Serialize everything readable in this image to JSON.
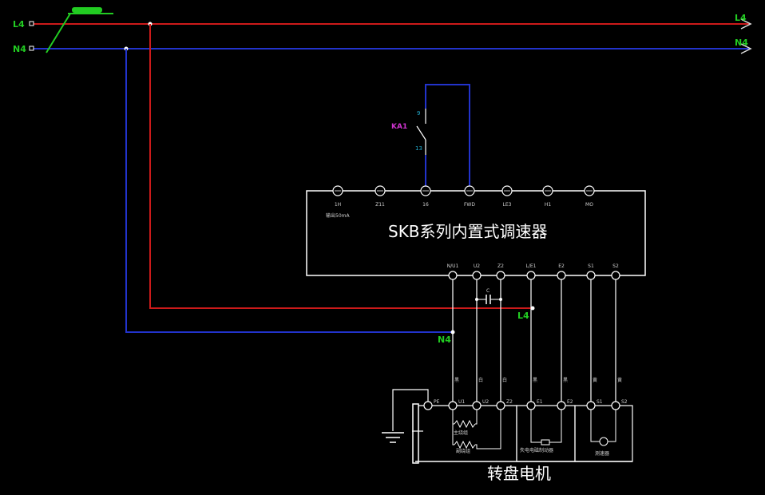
{
  "lines": {
    "l4": "L4",
    "n4": "N4"
  },
  "relay": {
    "name": "KA1",
    "pin_top": "9",
    "pin_bottom": "13"
  },
  "controller": {
    "title": "SKB系列内置式调速器",
    "output_note": "输出50mA",
    "top_terminals": [
      "1H",
      "Z11",
      "16",
      "FWD",
      "LE3",
      "H1",
      "MO"
    ],
    "bottom_terminals": [
      "N/U1",
      "U2",
      "Z2",
      "L/E1",
      "E2",
      "S1",
      "S2"
    ],
    "capacitor_label": "C"
  },
  "wire_colors": [
    "黑",
    "白",
    "白",
    "黑",
    "黑",
    "黄",
    "黄"
  ],
  "motor": {
    "title": "转盘电机",
    "terminals": [
      "PE",
      "U1",
      "U2",
      "Z2",
      "E1",
      "E2",
      "S1",
      "S2"
    ],
    "main_winding": "主绕组",
    "aux_winding": "副绕组",
    "brake": "失电电磁制动器",
    "tacho": "测速器"
  },
  "colors": {
    "background": "#000000",
    "phase_wire": "#cc1a1a",
    "neutral_wire": "#2233cc",
    "label_green": "#22cc22",
    "relay_magenta": "#cc33cc",
    "outline": "#ffffff"
  }
}
